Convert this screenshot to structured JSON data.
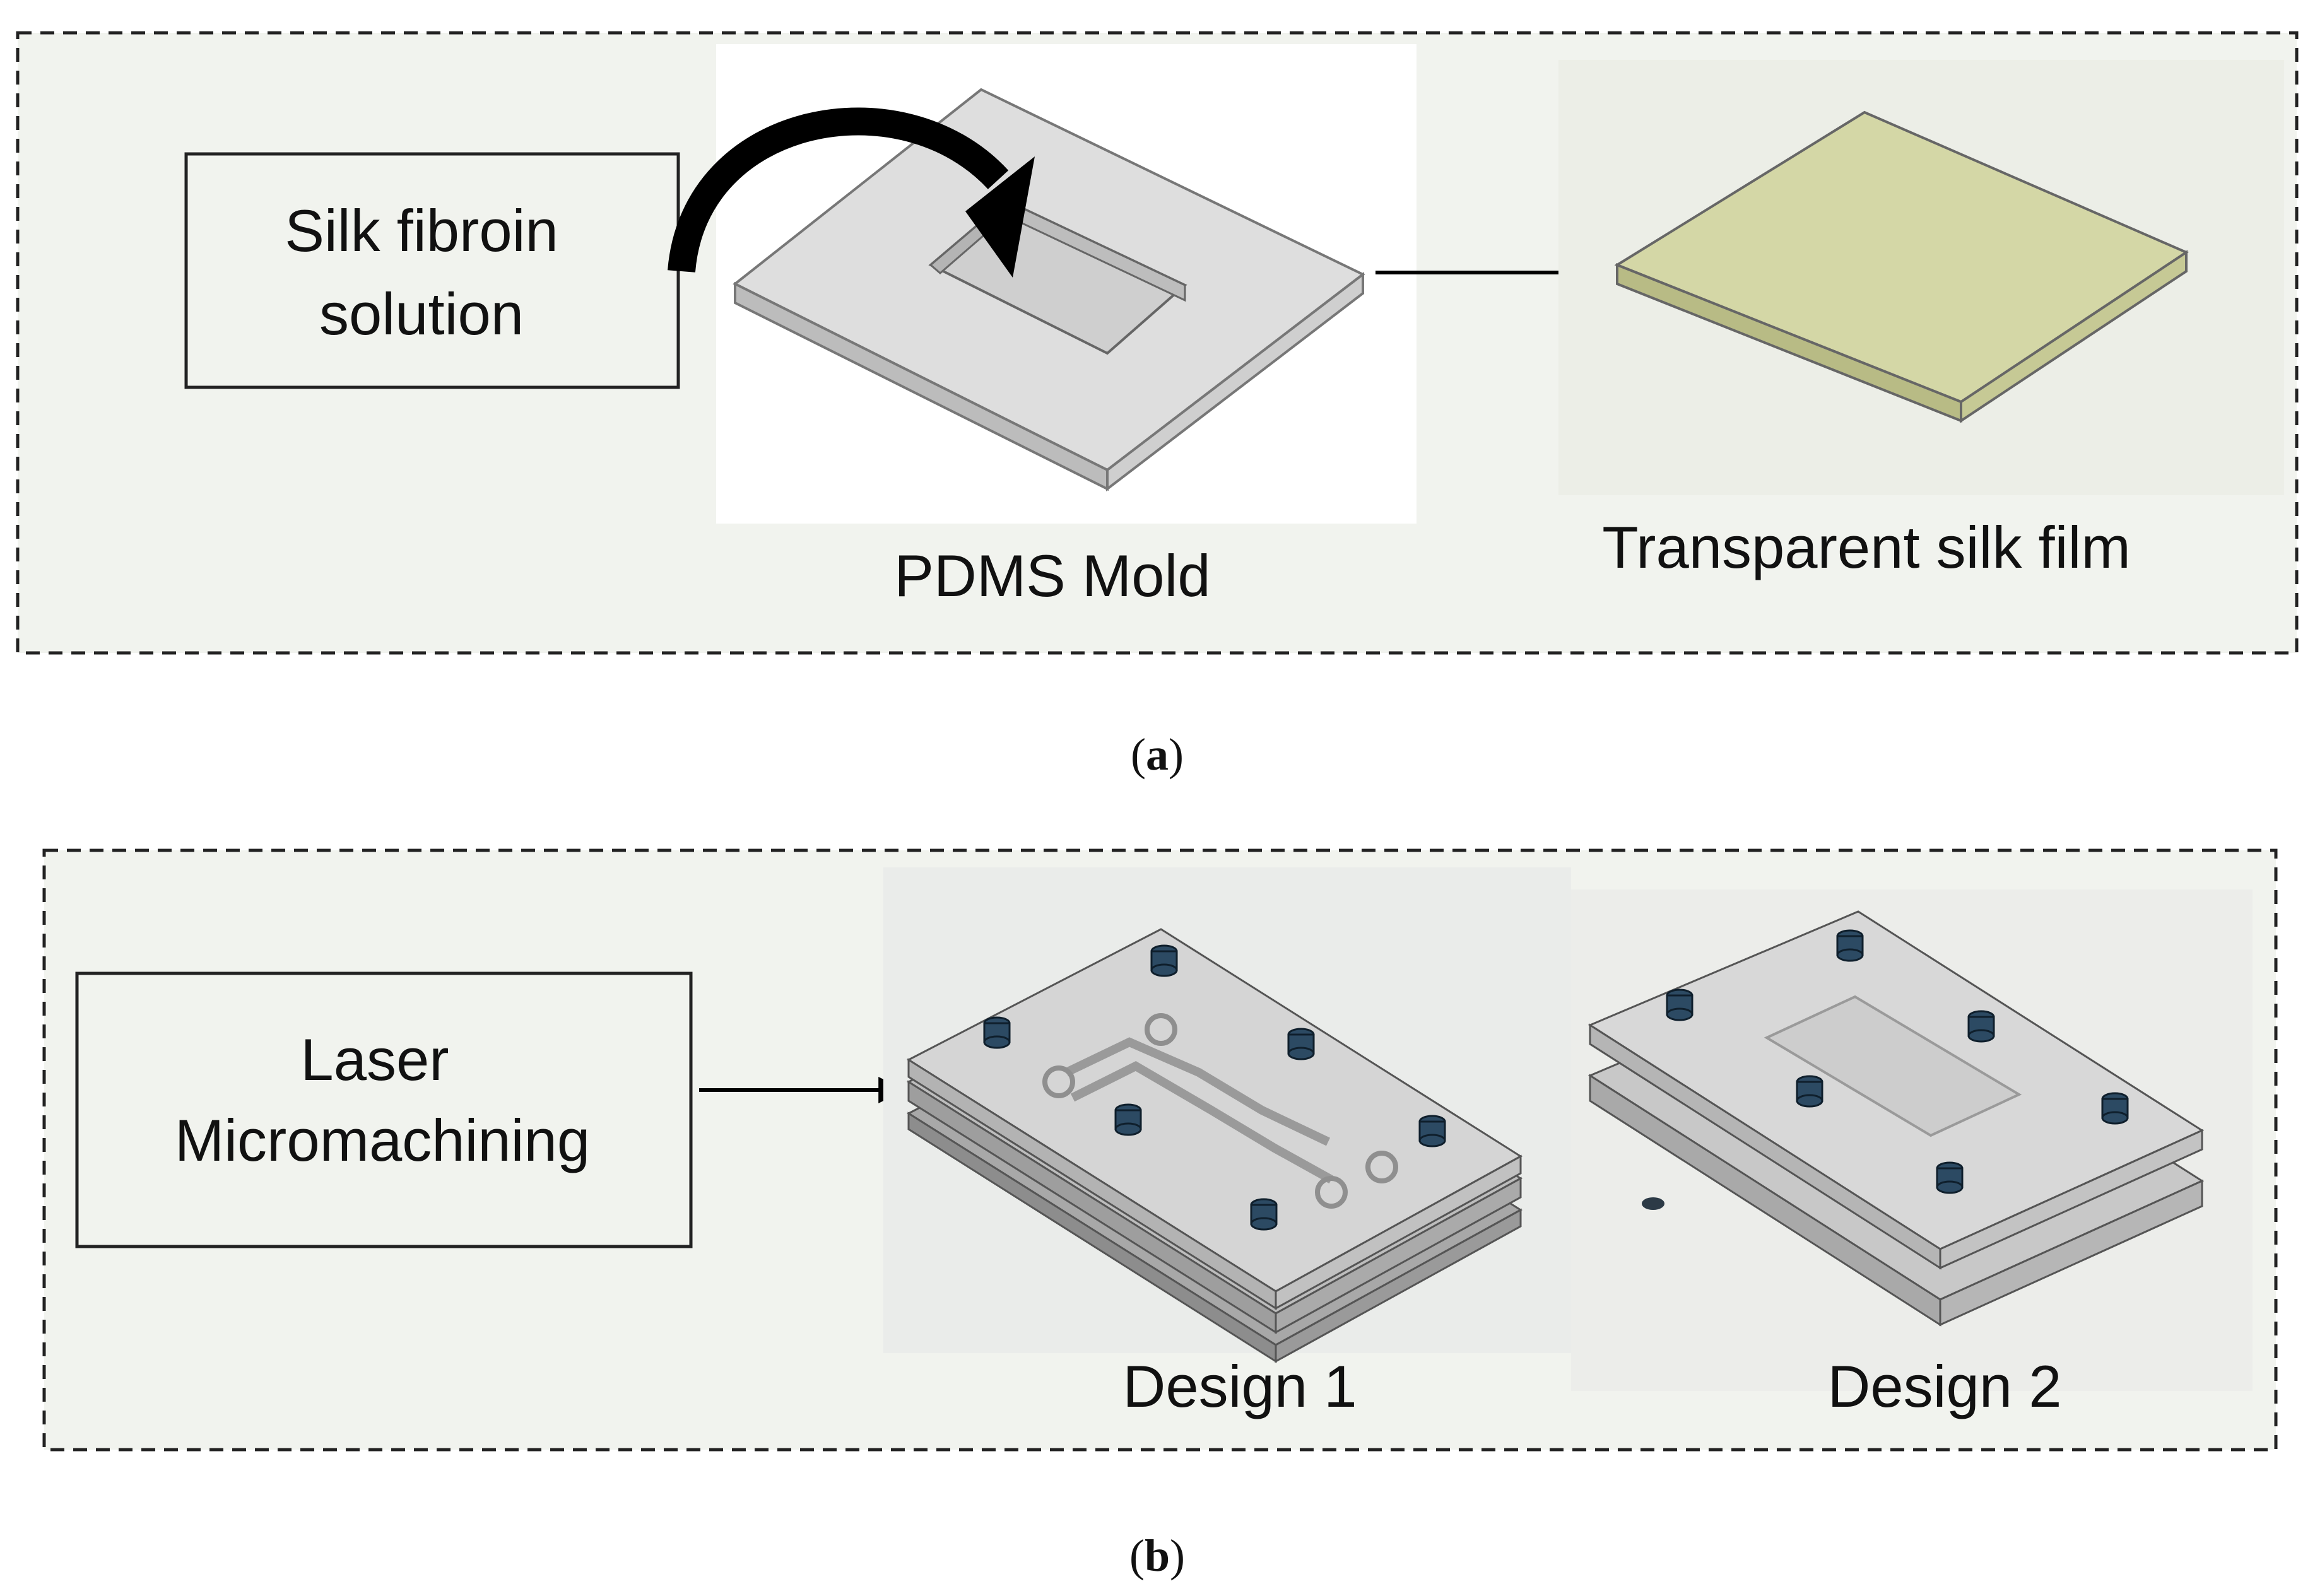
{
  "panel_a": {
    "source_label": [
      "Silk fibroin",
      "solution"
    ],
    "mold_label": "PDMS Mold",
    "film_label": "Transparent silk film",
    "caption_open": "(",
    "caption_letter": "a",
    "caption_close": ")"
  },
  "panel_b": {
    "source_label": [
      "Laser",
      "Micromachining"
    ],
    "design1_label": "Design 1",
    "design2_label": "Design 2",
    "caption_open": "(",
    "caption_letter": "b",
    "caption_close": ")"
  },
  "colors": {
    "panel_background": "#f1f3ee",
    "film": "#d4d7a6",
    "mold": "#dedede",
    "port": "#2c4a63"
  }
}
